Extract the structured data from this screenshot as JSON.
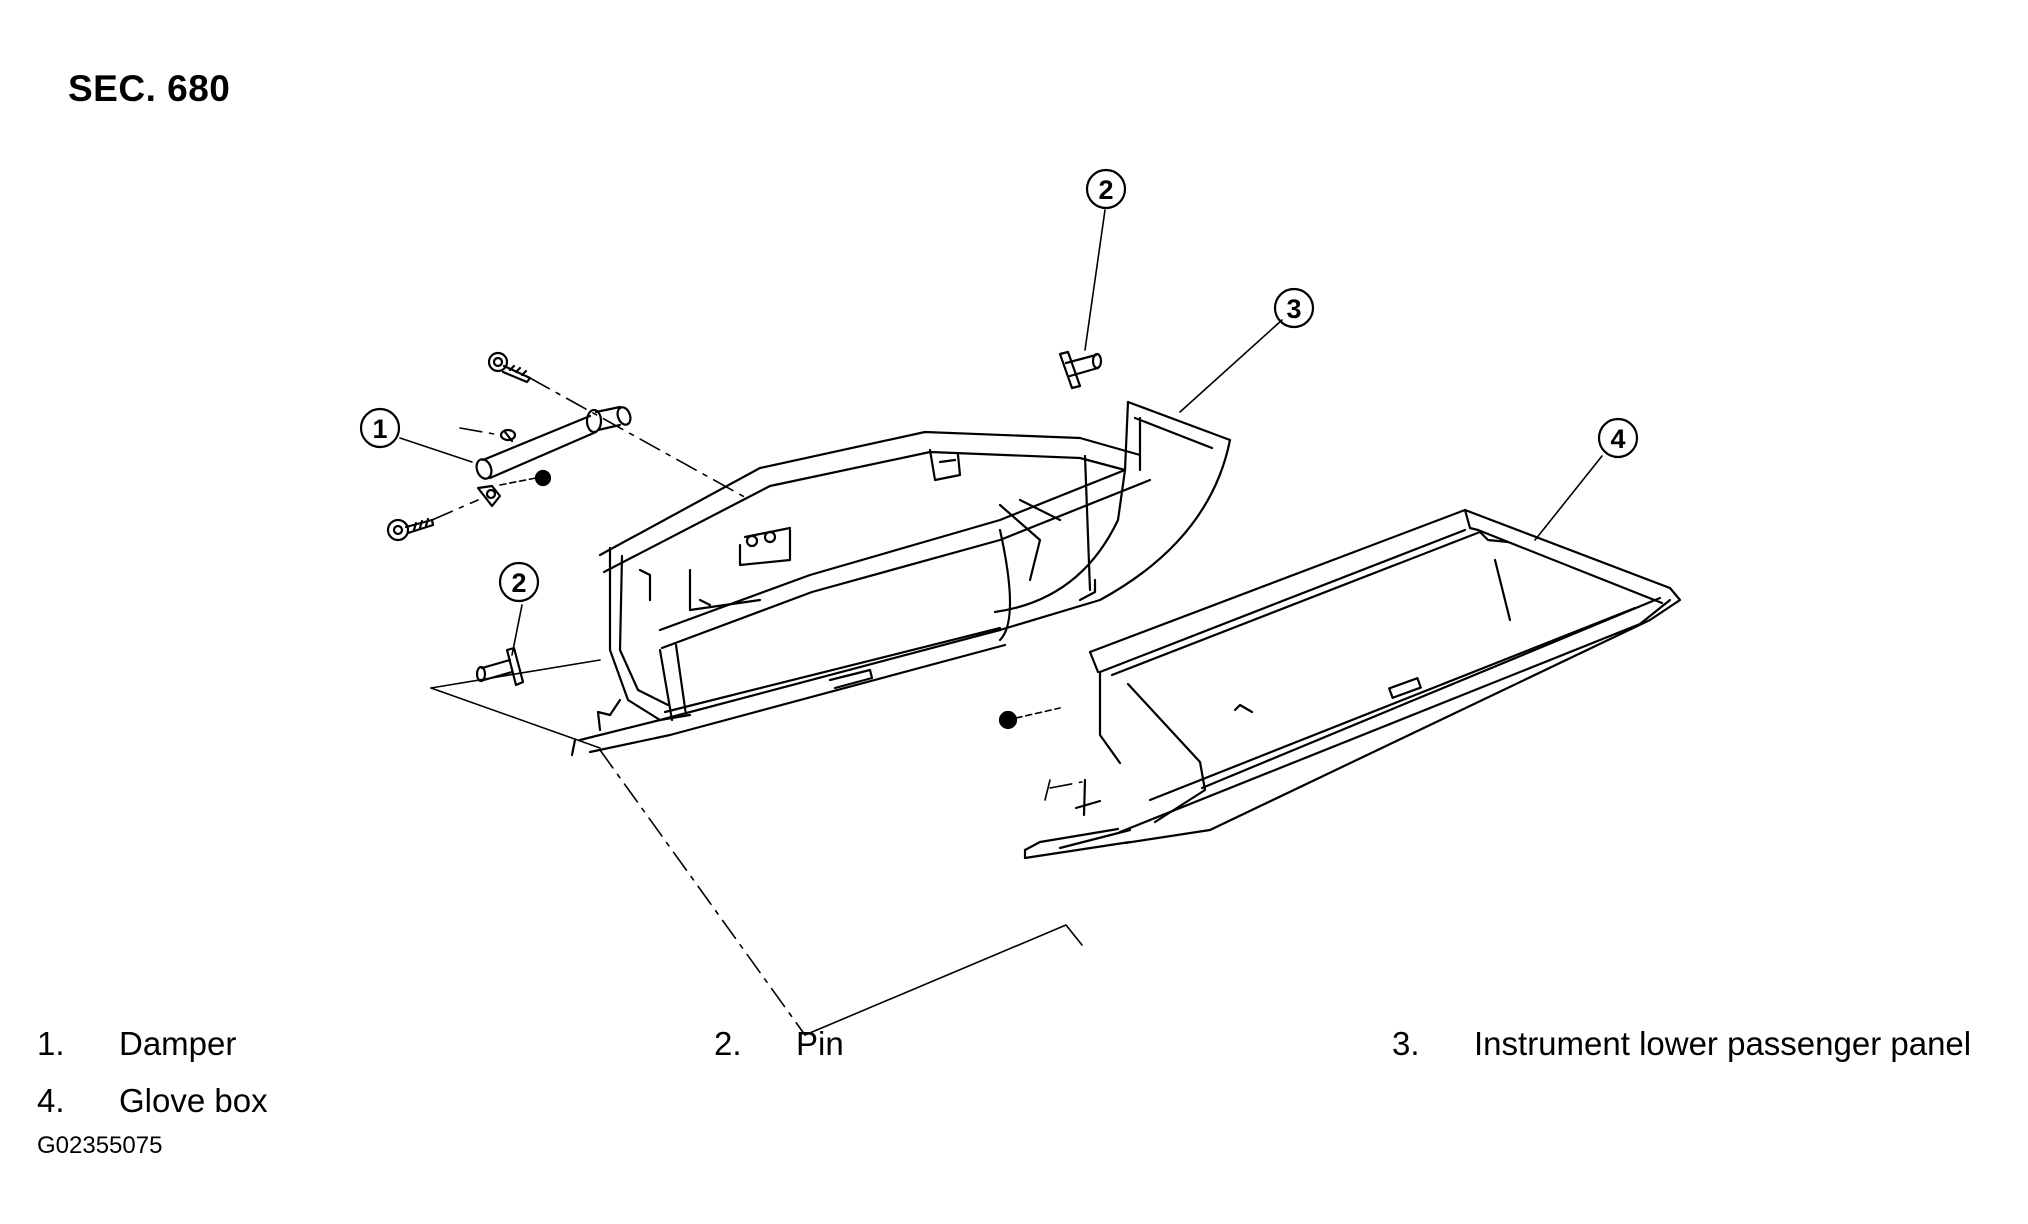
{
  "header": {
    "section": "SEC. 680"
  },
  "callouts": [
    {
      "id": "callout-1",
      "number": "1"
    },
    {
      "id": "callout-2-top",
      "number": "2"
    },
    {
      "id": "callout-2-left",
      "number": "2"
    },
    {
      "id": "callout-3",
      "number": "3"
    },
    {
      "id": "callout-4",
      "number": "4"
    }
  ],
  "legend": [
    {
      "number": "1.",
      "label": "Damper"
    },
    {
      "number": "2.",
      "label": "Pin"
    },
    {
      "number": "3.",
      "label": "Instrument lower passenger panel"
    },
    {
      "number": "4.",
      "label": "Glove box"
    }
  ],
  "figure_code": "G02355075"
}
